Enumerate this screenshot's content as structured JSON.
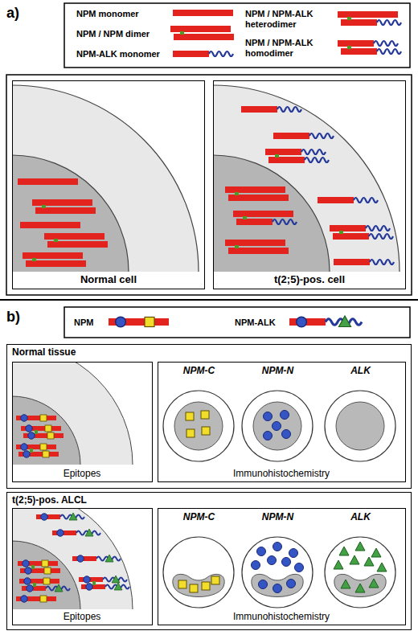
{
  "diagram": {
    "nodes": [
      {
        "text": [
          "Normal cell"
        ]
      },
      {
        "text": [
          "t(2;5)-pos. cell"
        ]
      },
      {
        "text": [
          "Normal tissue"
        ]
      },
      {
        "text": [
          "Epitopes"
        ],
        "in": 2
      },
      {
        "text": [
          "NPM-C",
          "NPM-N",
          "ALK",
          "Immunohistochemistry"
        ],
        "in": 2
      },
      {
        "text": [
          "t(2;5)-pos. ALCL"
        ]
      },
      {
        "text": [
          "Epitopes"
        ],
        "in": 5
      },
      {
        "text": [
          "NPM-C",
          "NPM-N",
          "ALK",
          "Immunohistochemistry"
        ],
        "in": 5
      }
    ],
    "labels": [
      "a)",
      "b)"
    ],
    "legend": [
      {
        "text": "NPM monomer"
      },
      {
        "text": "NPM / NPM dimer"
      },
      {
        "text": "NPM-ALK monomer"
      },
      {
        "text": "NPM / NPM-ALK heterodimer"
      },
      {
        "text": "NPM / NPM-ALK homodimer"
      },
      {
        "text": "NPM"
      },
      {
        "text": "NPM-ALK"
      }
    ]
  }
}
